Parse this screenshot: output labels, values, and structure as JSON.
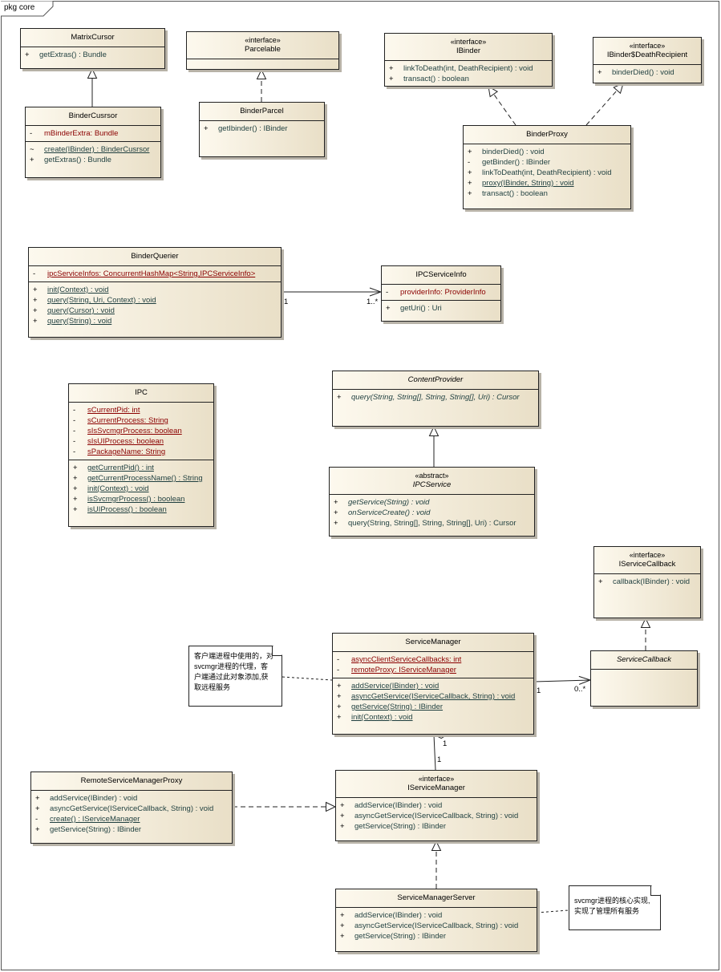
{
  "package": {
    "label": "pkg core"
  },
  "classes": {
    "matrixcursor": {
      "name": "MatrixCursor",
      "attributes": [],
      "operations": [
        {
          "vis": "+",
          "text": "getExtras() : Bundle"
        }
      ]
    },
    "parcelable": {
      "stereotype": "«interface»",
      "name": "Parcelable",
      "attributes": [],
      "operations": []
    },
    "ibinder": {
      "stereotype": "«interface»",
      "name": "IBinder",
      "attributes": [],
      "operations": [
        {
          "vis": "+",
          "text": "linkToDeath(int, DeathRecipient) : void"
        },
        {
          "vis": "+",
          "text": "transact() : boolean"
        }
      ]
    },
    "deathrecipient": {
      "stereotype": "«interface»",
      "name": "IBinder$DeathRecipient",
      "attributes": [],
      "operations": [
        {
          "vis": "+",
          "text": "binderDied() : void"
        }
      ]
    },
    "bindercursor": {
      "name": "BinderCusrsor",
      "attributes": [
        {
          "vis": "-",
          "text": "mBinderExtra:  Bundle"
        }
      ],
      "operations": [
        {
          "vis": "~",
          "text": "create(IBinder) : BinderCusrsor",
          "static": true
        },
        {
          "vis": "+",
          "text": "getExtras() : Bundle"
        }
      ]
    },
    "binderparcel": {
      "name": "BinderParcel",
      "attributes": [],
      "operations": [
        {
          "vis": "+",
          "text": "getIbinder() : IBinder"
        }
      ]
    },
    "binderproxy": {
      "name": "BinderProxy",
      "attributes": [],
      "operations": [
        {
          "vis": "+",
          "text": "binderDied() : void"
        },
        {
          "vis": "-",
          "text": "getBinder() : IBinder"
        },
        {
          "vis": "+",
          "text": "linkToDeath(int, DeathRecipient) : void"
        },
        {
          "vis": "+",
          "text": "proxy(IBinder, String) : void",
          "static": true
        },
        {
          "vis": "+",
          "text": "transact() : boolean"
        }
      ]
    },
    "binderquerier": {
      "name": "BinderQuerier",
      "attributes": [
        {
          "vis": "-",
          "text": "ipcServiceInfos:  ConcurrentHashMap<String,IPCServiceInfo>",
          "static": true
        }
      ],
      "operations": [
        {
          "vis": "+",
          "text": "init(Context) : void",
          "static": true
        },
        {
          "vis": "+",
          "text": "query(String, Uri, Context) : void",
          "static": true
        },
        {
          "vis": "+",
          "text": "query(Cursor) : void",
          "static": true
        },
        {
          "vis": "+",
          "text": "query(String) : void",
          "static": true
        }
      ]
    },
    "ipcserviceinfo": {
      "name": "IPCServiceInfo",
      "attributes": [
        {
          "vis": "-",
          "text": "providerInfo:  ProviderInfo"
        }
      ],
      "operations": [
        {
          "vis": "+",
          "text": "getUri() : Uri"
        }
      ]
    },
    "ipc": {
      "name": "IPC",
      "attributes": [
        {
          "vis": "-",
          "text": "sCurrentPid:  int",
          "static": true
        },
        {
          "vis": "-",
          "text": "sCurrentProcess:  String",
          "static": true
        },
        {
          "vis": "-",
          "text": "sIsSvcmgrProcess:  boolean",
          "static": true
        },
        {
          "vis": "-",
          "text": "sIsUIProcess:  boolean",
          "static": true
        },
        {
          "vis": "-",
          "text": "sPackageName:  String",
          "static": true
        }
      ],
      "operations": [
        {
          "vis": "+",
          "text": "getCurrentPid() : int",
          "static": true
        },
        {
          "vis": "+",
          "text": "getCurrentProcessName() : String",
          "static": true
        },
        {
          "vis": "+",
          "text": "init(Context) : void",
          "static": true
        },
        {
          "vis": "+",
          "text": "isSvcmgrProcess() : boolean",
          "static": true
        },
        {
          "vis": "+",
          "text": "isUIProcess() : boolean",
          "static": true
        }
      ]
    },
    "contentprovider": {
      "name": "ContentProvider",
      "abstract": true,
      "attributes": [],
      "operations": [
        {
          "vis": "+",
          "text": "query(String, String[], String, String[], Uri) : Cursor",
          "italic": true
        }
      ]
    },
    "ipcservice": {
      "stereotype": "«abstract»",
      "name": "IPCService",
      "abstract": true,
      "attributes": [],
      "operations": [
        {
          "vis": "+",
          "text": "getService(String) : void",
          "italic": true
        },
        {
          "vis": "+",
          "text": "onServiceCreate() : void",
          "italic": true
        },
        {
          "vis": "+",
          "text": "query(String, String[], String, String[], Uri) : Cursor"
        }
      ]
    },
    "iservicecallback": {
      "stereotype": "«interface»",
      "name": "IServiceCallback",
      "attributes": [],
      "operations": [
        {
          "vis": "+",
          "text": "callback(IBinder) : void"
        }
      ]
    },
    "servicemanager": {
      "name": "ServiceManager",
      "attributes": [
        {
          "vis": "-",
          "text": "asyncClientServiceCallbacks:  int",
          "static": true
        },
        {
          "vis": "-",
          "text": "remoteProxy:  IServiceManager",
          "static": true
        }
      ],
      "operations": [
        {
          "vis": "+",
          "text": "addService(IBinder) : void",
          "static": true
        },
        {
          "vis": "+",
          "text": "asyncGetService(IServiceCallback, String) : void",
          "static": true
        },
        {
          "vis": "+",
          "text": "getService(String) : IBinder",
          "static": true
        },
        {
          "vis": "+",
          "text": "init(Context) : void",
          "static": true
        }
      ]
    },
    "servicecallback": {
      "name": "ServiceCallback",
      "abstract": true,
      "attributes": [],
      "operations": []
    },
    "remoteservicemanagerproxy": {
      "name": "RemoteServiceManagerProxy",
      "attributes": [],
      "operations": [
        {
          "vis": "+",
          "text": "addService(IBinder) : void"
        },
        {
          "vis": "+",
          "text": "asyncGetService(IServiceCallback, String) : void"
        },
        {
          "vis": "-",
          "text": "create() : IServiceManager",
          "static": true
        },
        {
          "vis": "+",
          "text": "getService(String) : IBinder"
        }
      ]
    },
    "iservicemanager": {
      "stereotype": "«interface»",
      "name": "IServiceManager",
      "attributes": [],
      "operations": [
        {
          "vis": "+",
          "text": "addService(IBinder) : void"
        },
        {
          "vis": "+",
          "text": "asyncGetService(IServiceCallback, String) : void"
        },
        {
          "vis": "+",
          "text": "getService(String) : IBinder"
        }
      ]
    },
    "servicemanagerserver": {
      "name": "ServiceManagerServer",
      "attributes": [],
      "operations": [
        {
          "vis": "+",
          "text": "addService(IBinder) : void"
        },
        {
          "vis": "+",
          "text": "asyncGetService(IServiceCallback, String) : void"
        },
        {
          "vis": "+",
          "text": "getService(String) : IBinder"
        }
      ]
    }
  },
  "notes": {
    "client_note": {
      "lines": [
        "客户端进程中使用的，对",
        "svcmgr进程的代理，客",
        "户端通过此对象添加,获",
        "取远程服务"
      ]
    },
    "server_note": {
      "lines": [
        "svcmgr进程的核心实现,",
        "实现了管理所有服务"
      ]
    }
  },
  "multiplicities": {
    "querier_src": "1",
    "querier_dst": "1..*",
    "callback_src": "1",
    "callback_dst": "0..*",
    "aggregation_src": "1",
    "aggregation_dst": "1"
  }
}
